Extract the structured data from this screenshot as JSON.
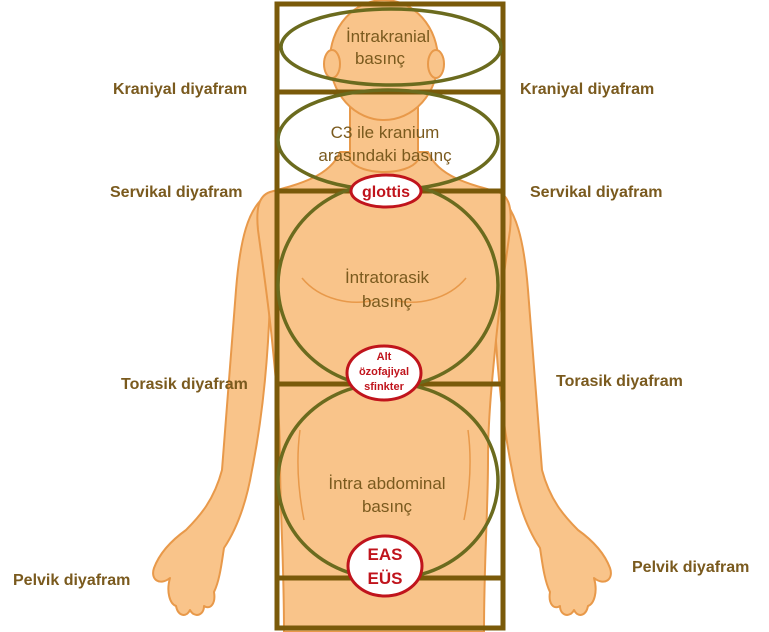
{
  "diagram": {
    "colors": {
      "skin": "#f9c48a",
      "skin_outline": "#e8994a",
      "frame": "#7a5a0a",
      "region_ring": "#6b6b1e",
      "badge_ring": "#c0141c",
      "label_text": "#7a5a1e"
    },
    "diaphragms": {
      "cranial_left": "Kraniyal diyafram",
      "cranial_right": "Kraniyal diyafram",
      "cervical_left": "Servikal diyafram",
      "cervical_right": "Servikal diyafram",
      "thoracic_left": "Torasik diyafram",
      "thoracic_right": "Torasik diyafram",
      "pelvic_left": "Pelvik diyafram",
      "pelvic_right": "Pelvik diyafram"
    },
    "regions": {
      "intracranial_line1": "İntrakranial",
      "intracranial_line2": "basınç",
      "c3_line1": "C3 ile kranium",
      "c3_line2": "arasındaki basınç",
      "intrathoracic_line1": "İntratorasik",
      "intrathoracic_line2": "basınç",
      "intraabdominal_line1": "İntra abdominal",
      "intraabdominal_line2": "basınç"
    },
    "badges": {
      "glottis": "glottis",
      "les_line1": "Alt",
      "les_line2": "özofajiyal",
      "les_line3": "sfinkter",
      "eas": "EAS",
      "eus": "EÜS"
    }
  }
}
